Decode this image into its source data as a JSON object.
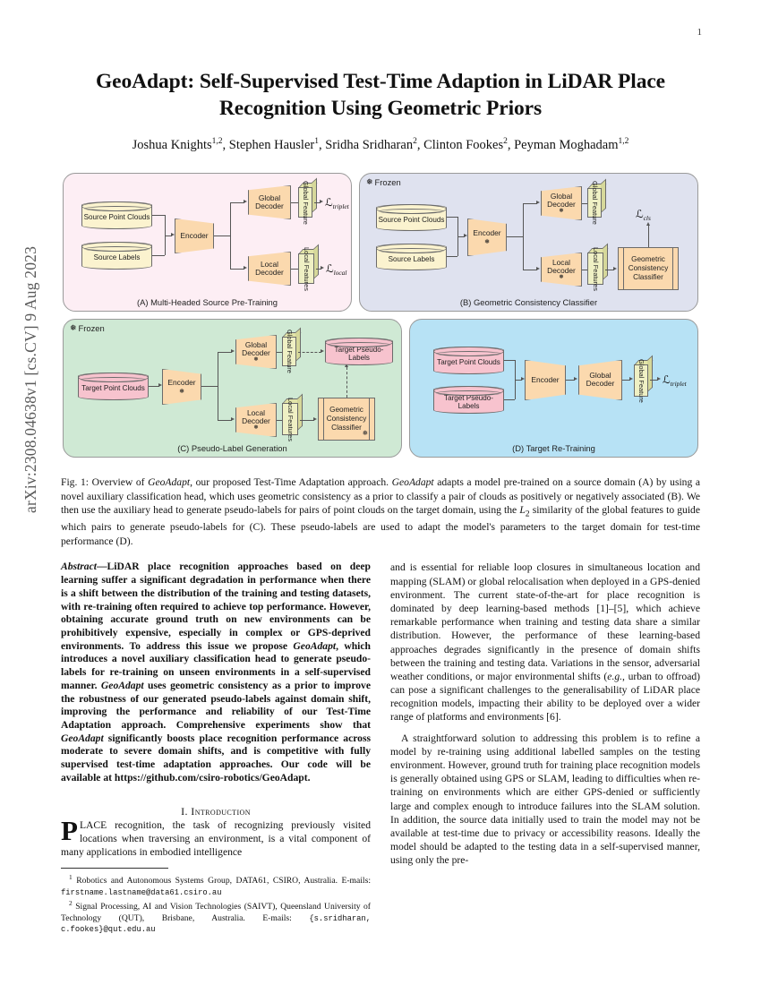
{
  "page": {
    "number": "1"
  },
  "arxiv": {
    "stamp": "arXiv:2308.04638v1  [cs.CV]  9 Aug 2023"
  },
  "header": {
    "title": "GeoAdapt: Self-Supervised Test-Time Adaption in LiDAR Place Recognition Using Geometric Priors",
    "title_line1": "GeoAdapt: Self-Supervised Test-Time Adaption in LiDAR Place",
    "title_line2": "Recognition Using Geometric Priors",
    "authors": "Joshua Knights1,2, Stephen Hausler1, Sridha Sridharan2, Clinton Fookes2, Peyman Moghadam1,2"
  },
  "authors_parts": {
    "a1_name": "Joshua Knights",
    "a1_sup": "1,2",
    "a2_name": "Stephen Hausler",
    "a2_sup": "1",
    "a3_name": "Sridha Sridharan",
    "a3_sup": "2",
    "a4_name": "Clinton Fookes",
    "a4_sup": "2",
    "a5_name": "Peyman Moghadam",
    "a5_sup": "1,2"
  },
  "figure": {
    "caption_prefix": "Fig. 1:",
    "caption": "Overview of GeoAdapt, our proposed Test-Time Adaptation approach. GeoAdapt adapts a model pre-trained on a source domain (A) by using a novel auxiliary classification head, which uses geometric consistency as a prior to classify a pair of clouds as positively or negatively associated (B). We then use the auxiliary head to generate pseudo-labels for pairs of point clouds on the target domain, using the L2 similarity of the global features to guide which pairs to generate pseudo-labels for (C). These pseudo-labels are used to adapt the model's parameters to the target domain for test-time performance (D).",
    "colors": {
      "panel_a_bg": "#fdeef4",
      "panel_b_bg": "#dfe2ef",
      "panel_c_bg": "#cfe9d4",
      "panel_d_bg": "#b7e2f5",
      "cylinder_yellow": "#fbf3cf",
      "cylinder_pink": "#f7c3ce",
      "trapezoid": "#fbd9ae",
      "feature_box": "#eff0c4"
    },
    "frozen_label": "Frozen",
    "snowflake": "❅",
    "panels": [
      {
        "id": "A",
        "caption": "(A) Multi-Headed Source Pre-Training",
        "frozen": false,
        "nodes": {
          "src_clouds": "Source Point Clouds",
          "src_labels": "Source Labels",
          "encoder": "Encoder",
          "global_decoder": "Global Decoder",
          "local_decoder": "Local Decoder",
          "global_feature": "Global Feature",
          "local_features": "Local Features",
          "loss_triplet": "triplet",
          "loss_local": "local"
        }
      },
      {
        "id": "B",
        "caption": "(B) Geometric Consistency Classifier",
        "frozen": true,
        "nodes": {
          "src_clouds": "Source Point Clouds",
          "src_labels": "Source Labels",
          "encoder": "Encoder",
          "global_decoder": "Global Decoder",
          "local_decoder": "Local Decoder",
          "global_feature": "Global Feature",
          "local_features": "Local Features",
          "classifier": "Geometric Consistency Classifier",
          "loss_cls": "cls"
        }
      },
      {
        "id": "C",
        "caption": "(C) Pseudo-Label Generation",
        "frozen": true,
        "nodes": {
          "tgt_clouds": "Target Point Clouds",
          "encoder": "Encoder",
          "global_decoder": "Global Decoder",
          "local_decoder": "Local Decoder",
          "global_feature": "Global Feature",
          "local_features": "Local Features",
          "classifier": "Geometric Consistency Classifier",
          "pseudo_labels": "Target Pseudo-Labels"
        }
      },
      {
        "id": "D",
        "caption": "(D) Target Re-Training",
        "frozen": false,
        "nodes": {
          "tgt_clouds": "Target Point Clouds",
          "pseudo_labels": "Target Pseudo-Labels",
          "encoder": "Encoder",
          "global_decoder": "Global Decoder",
          "global_feature": "Global Feature",
          "loss_triplet": "triplet"
        }
      }
    ]
  },
  "abstract": {
    "lead": "Abstract",
    "dash": "—",
    "text": "LiDAR place recognition approaches based on deep learning suffer a significant degradation in performance when there is a shift between the distribution of the training and testing datasets, with re-training often required to achieve top performance. However, obtaining accurate ground truth on new environments can be prohibitively expensive, especially in complex or GPS-deprived environments. To address this issue we propose GeoAdapt, which introduces a novel auxiliary classification head to generate pseudo-labels for re-training on unseen environments in a self-supervised manner. GeoAdapt uses geometric consistency as a prior to improve the robustness of our generated pseudo-labels against domain shift, improving the performance and reliability of our Test-Time Adaptation approach. Comprehensive experiments show that GeoAdapt significantly boosts place recognition performance across moderate to severe domain shifts, and is competitive with fully supervised test-time adaptation approaches. Our code will be available at https://github.com/csiro-robotics/GeoAdapt."
  },
  "sections": {
    "intro_heading": "I.  Introduction"
  },
  "body": {
    "left_p1_dropcap": "P",
    "left_p1_smallcaps": "LACE",
    "left_p1_rest": " recognition, the task of recognizing previously visited locations when traversing an environment, is a vital component of many applications in embodied intelligence",
    "right_p1": "and is essential for reliable loop closures in simultaneous location and mapping (SLAM) or global relocalisation when deployed in a GPS-denied environment. The current state-of-the-art for place recognition is dominated by deep learning-based methods [1]–[5], which achieve remarkable performance when training and testing data share a similar distribution. However, the performance of these learning-based approaches degrades significantly in the presence of domain shifts between the training and testing data. Variations in the sensor, adversarial weather conditions, or major environmental shifts (e.g., urban to offroad) can pose a significant challenges to the generalisability of LiDAR place recognition models, impacting their ability to be deployed over a wider range of platforms and environments [6].",
    "right_p2": "A straightforward solution to addressing this problem is to refine a model by re-training using additional labelled samples on the testing environment. However, ground truth for training place recognition models is generally obtained using GPS or SLAM, leading to difficulties when re-training on environments which are either GPS-denied or sufficiently large and complex enough to introduce failures into the SLAM solution. In addition, the source data initially used to train the model may not be available at test-time due to privacy or accessibility reasons. Ideally the model should be adapted to the testing data in a self-supervised manner, using only the pre-"
  },
  "footnotes": {
    "f1_sup": "1",
    "f1_text": "Robotics and Autonomous Systems Group, DATA61, CSIRO, Australia. E-mails: ",
    "f1_mono": "firstname.lastname@data61.csiro.au",
    "f2_sup": "2",
    "f2_text": "Signal Processing, AI and Vision Technologies (SAIVT), Queensland University of Technology (QUT), Brisbane, Australia. E-mails: ",
    "f2_mono": "{s.sridharan, c.fookes}@qut.edu.au"
  }
}
